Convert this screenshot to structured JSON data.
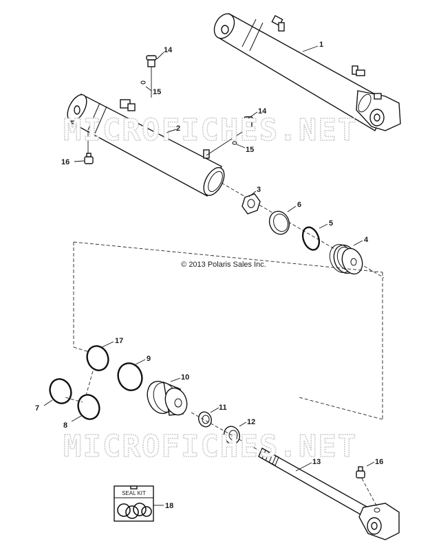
{
  "copyright": "© 2013 Polaris Sales Inc.",
  "watermark": "MICROFICHES.NET",
  "seal_kit_label": "SEAL KIT",
  "callouts": {
    "c1": "1",
    "c2": "2",
    "c3": "3",
    "c4": "4",
    "c5": "5",
    "c6": "6",
    "c7": "7",
    "c8": "8",
    "c9": "9",
    "c10": "10",
    "c11": "11",
    "c12": "12",
    "c13": "13",
    "c14a": "14",
    "c14b": "14",
    "c15a": "15",
    "c15b": "15",
    "c16a": "16",
    "c16b": "16",
    "c17": "17",
    "c18": "18"
  }
}
